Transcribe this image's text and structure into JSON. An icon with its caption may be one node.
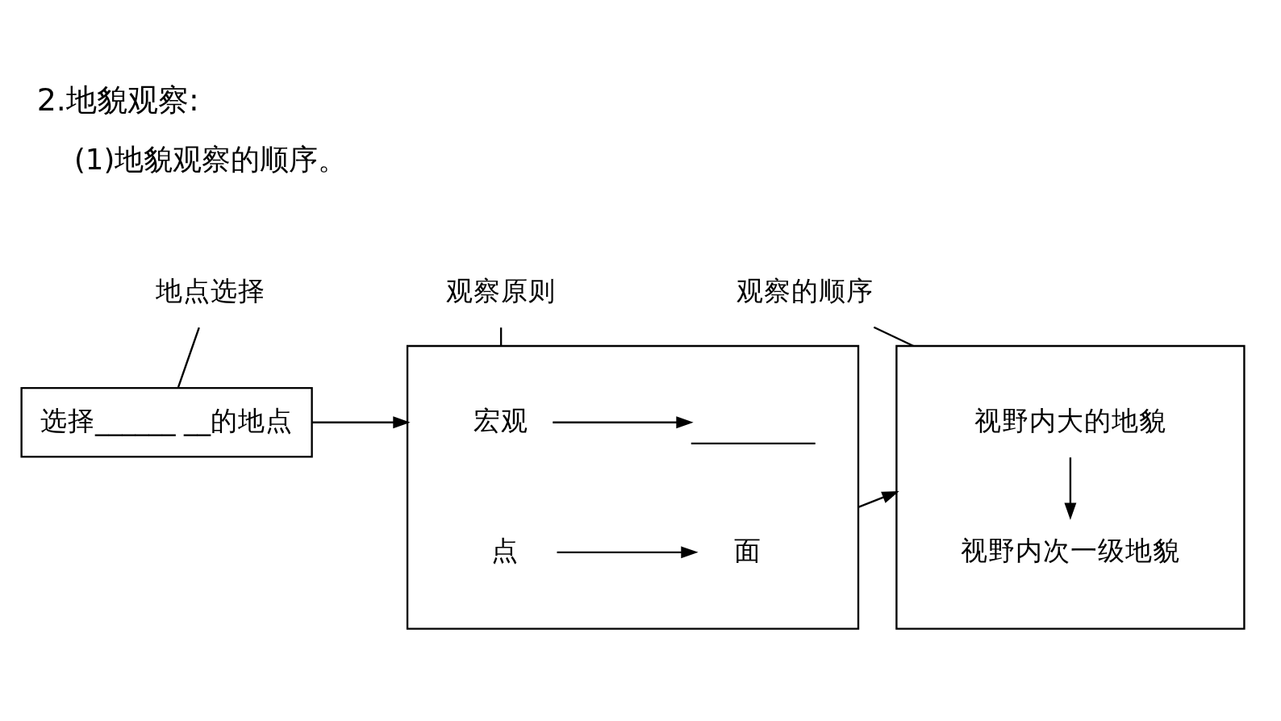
{
  "diagram": {
    "title": "2.地貌观察:",
    "nodes": [
      {
        "text": [
          "地点选择"
        ]
      },
      {
        "text": [
          "观察原则"
        ]
      },
      {
        "text": [
          "观察的顺序"
        ]
      },
      {
        "text": [
          "选择______ __的地点"
        ]
      },
      {
        "text": [],
        "shape": "box"
      },
      {
        "text": [
          "宏观"
        ],
        "in": 4
      },
      {
        "text": [],
        "shape": "line",
        "in": 4
      },
      {
        "text": [
          "点"
        ],
        "in": 4
      },
      {
        "text": [
          "面"
        ],
        "in": 4
      },
      {
        "text": [],
        "shape": "box"
      },
      {
        "text": [
          "视野内大的地貌"
        ],
        "in": 9
      },
      {
        "text": [
          "视野内次一级地貌"
        ],
        "in": 9
      }
    ],
    "edges": [
      {
        "from": 0,
        "to": 3,
        "arrow": "none"
      },
      {
        "from": 1,
        "to": 4,
        "arrow": "none"
      },
      {
        "from": 2,
        "to": 9,
        "arrow": "none"
      },
      {
        "from": 3,
        "to": 4,
        "arrow": "to"
      },
      {
        "from": 4,
        "to": 9,
        "arrow": "to"
      },
      {
        "from": 5,
        "to": 6,
        "arrow": "to"
      },
      {
        "from": 7,
        "to": 8,
        "arrow": "to"
      },
      {
        "from": 10,
        "to": 11,
        "arrow": "to"
      }
    ],
    "labels": [
      "(1)地貌观察的顺序。"
    ]
  }
}
